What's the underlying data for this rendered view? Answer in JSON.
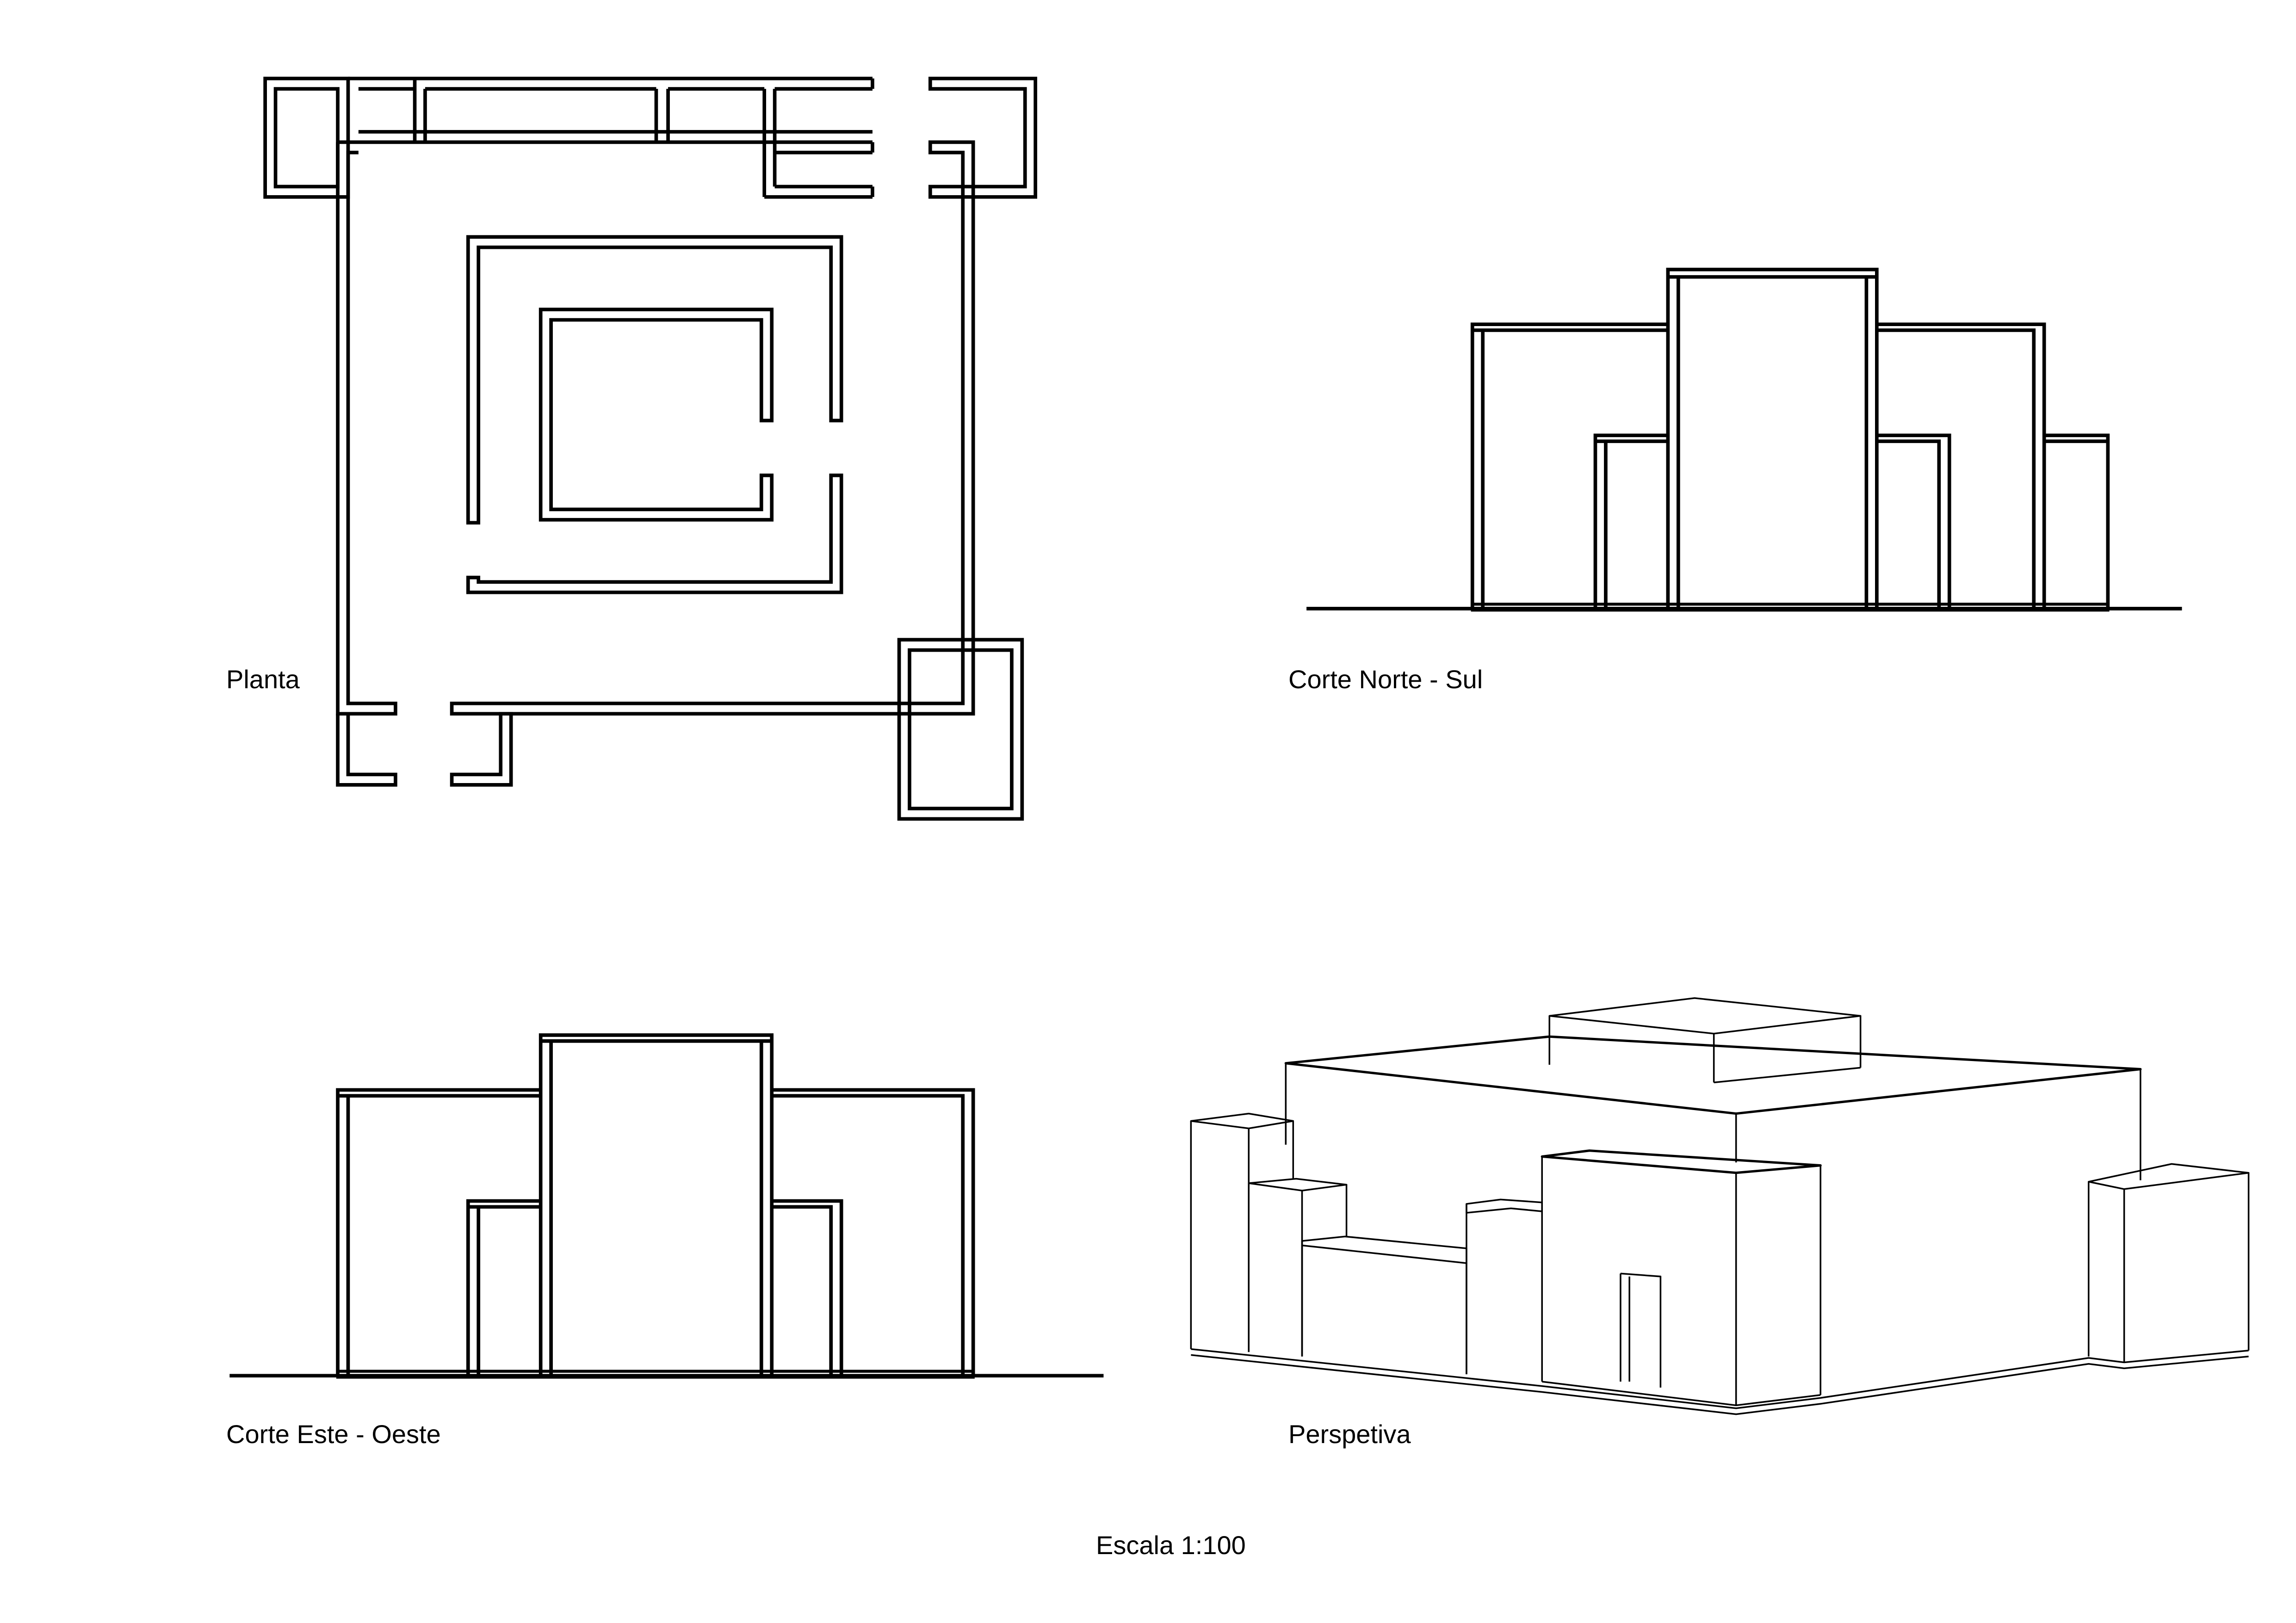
{
  "labels": {
    "plan": "Planta",
    "section_ns": "Corte Norte - Sul",
    "section_ew": "Corte Este - Oeste",
    "perspective": "Perspetiva",
    "scale": "Escala 1:100"
  },
  "colors": {
    "line": "#000000",
    "background": "#ffffff"
  }
}
